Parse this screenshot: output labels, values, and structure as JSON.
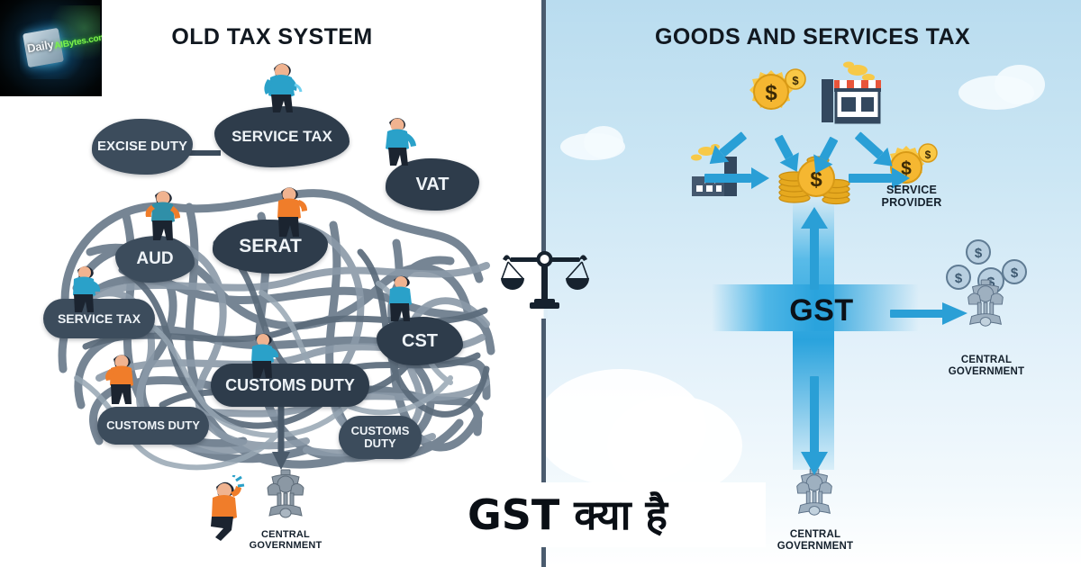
{
  "watermark": {
    "brand_primary": "Daily",
    "brand_secondary": "AIBytes.com",
    "name": "daily-aibytes-logo"
  },
  "headline": {
    "text": "GST क्या है",
    "language": "Hindi",
    "color": "#0a0f15"
  },
  "colors": {
    "left_background": "#ffffff",
    "right_background": "#cbe6f4",
    "bubble_fill": "#3c4c5c",
    "tangle_stroke": "#6c7c8c",
    "accent_blue": "#2aa3dd",
    "coin_gold": "#f5b731",
    "divider": "#4a5b6e",
    "title_text": "#111820"
  },
  "left_panel": {
    "title": "OLD TAX SYSTEM",
    "tax_bubbles": [
      {
        "label": "EXCISE DUTY",
        "name": "tax-bubble-excise-duty"
      },
      {
        "label": "SERVICE TAX",
        "name": "tax-bubble-service-tax"
      },
      {
        "label": "VAT",
        "name": "tax-bubble-vat"
      },
      {
        "label": "AUD",
        "name": "tax-bubble-aud"
      },
      {
        "label": "SERAT",
        "name": "tax-bubble-serat"
      },
      {
        "label": "SERVICE TAX",
        "name": "tax-bubble-service-tax-2"
      },
      {
        "label": "CST",
        "name": "tax-bubble-cst"
      },
      {
        "label": "CUSTOMS DUTY",
        "name": "tax-bubble-customs-duty-main"
      },
      {
        "label": "CUSTOMS DUTY",
        "name": "tax-bubble-customs-duty-left"
      },
      {
        "label": "CUSTOMS DUTY",
        "name": "tax-bubble-customs-duty-right"
      }
    ],
    "government_label": "CENTRAL GOVERNMENT",
    "government_emblem": "ashoka-pillar-emblem"
  },
  "right_panel": {
    "title": "GOODS AND SERVICES TAX",
    "gst_label": "GST",
    "service_provider_label": "SERVICE PROVIDER",
    "government_label_right": "CENTRAL GOVERNMENT",
    "government_label_bottom": "CENTRAL GOVERNMENT",
    "icons": [
      {
        "name": "gold-coin-dollar-top",
        "symbol": "$"
      },
      {
        "name": "shop-storefront-icon"
      },
      {
        "name": "factory-icon"
      },
      {
        "name": "coin-stack-icon",
        "symbol": "$"
      },
      {
        "name": "service-provider-coin",
        "symbol": "$"
      },
      {
        "name": "silver-coins-cluster",
        "symbol": "$"
      },
      {
        "name": "ashoka-pillar-emblem-right"
      },
      {
        "name": "ashoka-pillar-emblem-bottom"
      }
    ]
  },
  "center": {
    "scale_icon_name": "justice-scale-icon"
  }
}
